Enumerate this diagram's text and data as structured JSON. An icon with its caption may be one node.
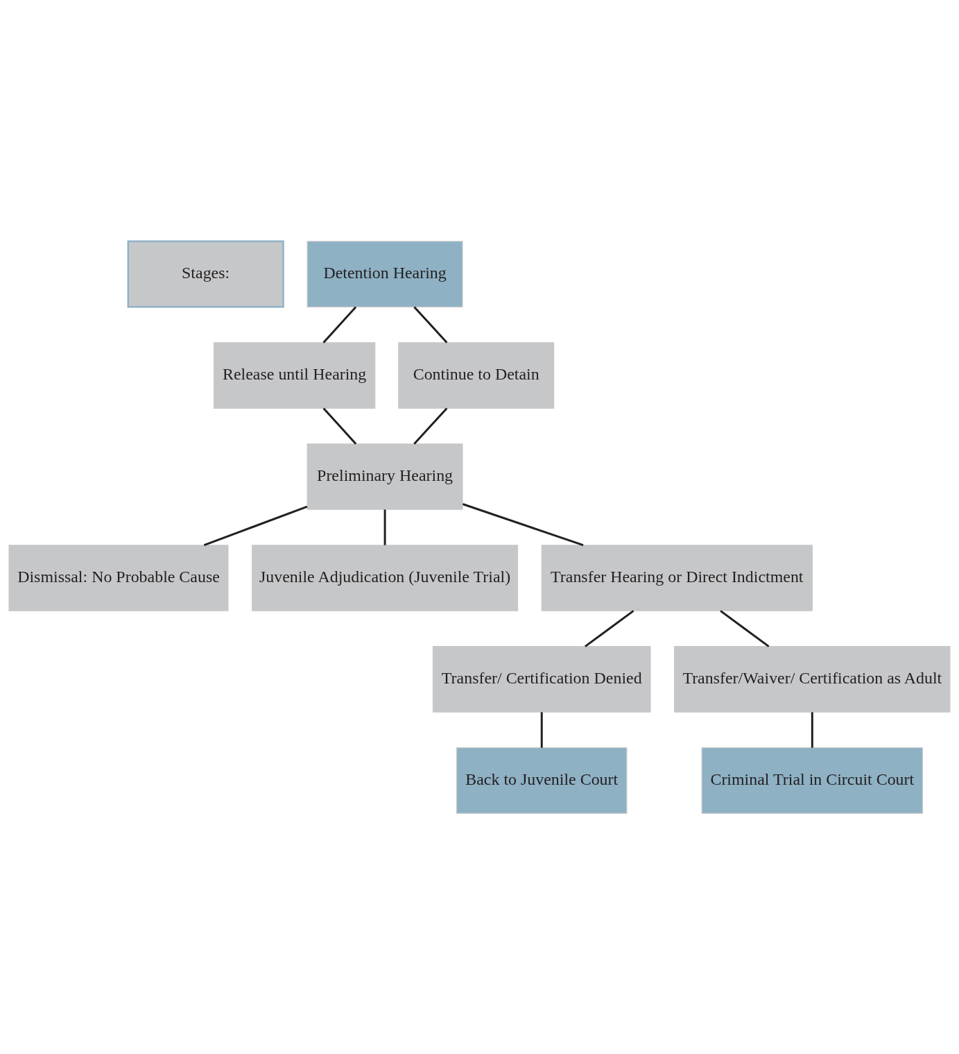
{
  "diagram": {
    "nodes": [
      {
        "text": [
          "Stages:"
        ]
      },
      {
        "text": [
          "Detention Hearing"
        ]
      },
      {
        "text": [
          "Release until Hearing"
        ]
      },
      {
        "text": [
          "Continue to Detain"
        ]
      },
      {
        "text": [
          "Preliminary Hearing"
        ]
      },
      {
        "text": [
          "Dismissal: No Probable Cause"
        ]
      },
      {
        "text": [
          "Juvenile Adjudication (Juvenile Trial)"
        ]
      },
      {
        "text": [
          "Transfer Hearing or Direct Indictment"
        ]
      },
      {
        "text": [
          "Transfer/ Certification Denied"
        ]
      },
      {
        "text": [
          "Transfer/Waiver/ Certification as Adult"
        ]
      },
      {
        "text": [
          "Back to Juvenile Court"
        ]
      },
      {
        "text": [
          "Criminal Trial in Circuit Court"
        ]
      }
    ],
    "edges": [
      {
        "from": 1,
        "to": 2,
        "arrow": "none"
      },
      {
        "from": 1,
        "to": 3,
        "arrow": "none"
      },
      {
        "from": 2,
        "to": 4,
        "arrow": "none"
      },
      {
        "from": 3,
        "to": 4,
        "arrow": "none"
      },
      {
        "from": 4,
        "to": 5,
        "arrow": "none"
      },
      {
        "from": 4,
        "to": 6,
        "arrow": "none"
      },
      {
        "from": 4,
        "to": 7,
        "arrow": "none"
      },
      {
        "from": 7,
        "to": 8,
        "arrow": "none"
      },
      {
        "from": 7,
        "to": 9,
        "arrow": "none"
      },
      {
        "from": 8,
        "to": 10,
        "arrow": "none"
      },
      {
        "from": 9,
        "to": 11,
        "arrow": "none"
      }
    ]
  }
}
